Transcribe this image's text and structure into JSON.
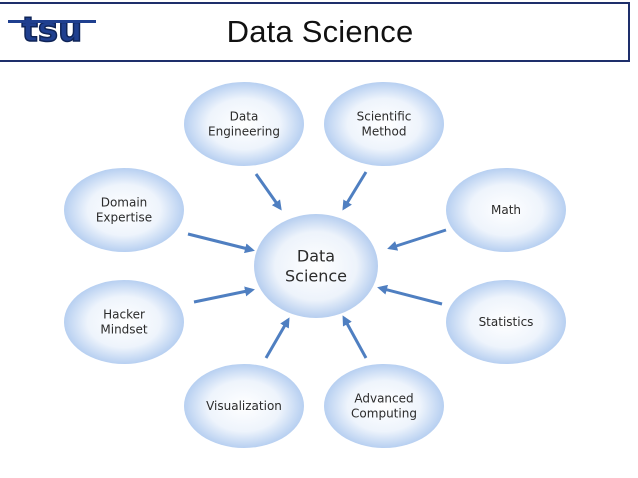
{
  "header": {
    "title": "Data Science",
    "logo_text": "tsu"
  },
  "diagram": {
    "center": {
      "lines": [
        "Data",
        "Science"
      ]
    },
    "nodes": [
      {
        "id": "data-engineering",
        "lines": [
          "Data",
          "Engineering"
        ]
      },
      {
        "id": "scientific-method",
        "lines": [
          "Scientific",
          "Method"
        ]
      },
      {
        "id": "math",
        "lines": [
          "Math"
        ]
      },
      {
        "id": "statistics",
        "lines": [
          "Statistics"
        ]
      },
      {
        "id": "advanced-computing",
        "lines": [
          "Advanced",
          "Computing"
        ]
      },
      {
        "id": "visualization",
        "lines": [
          "Visualization"
        ]
      },
      {
        "id": "hacker-mindset",
        "lines": [
          "Hacker",
          "Mindset"
        ]
      },
      {
        "id": "domain-expertise",
        "lines": [
          "Domain",
          "Expertise"
        ]
      }
    ]
  },
  "colors": {
    "bubble_fill": "#d9e6f7",
    "bubble_edge": "#a9c3ea",
    "arrow": "#4f7fc1",
    "header_border": "#1e2f6b",
    "logo_blue": "#1f3f8f"
  }
}
